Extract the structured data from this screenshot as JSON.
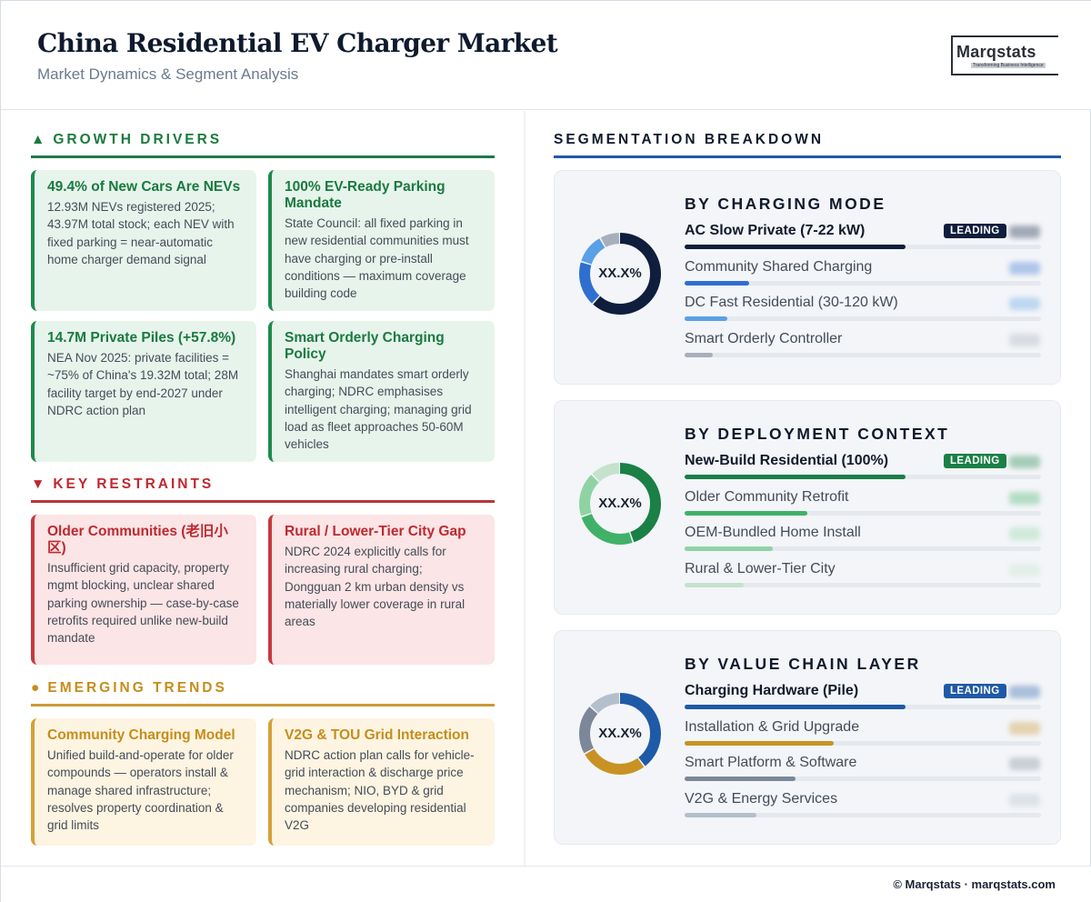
{
  "header": {
    "title": "China Residential EV Charger Market",
    "subtitle": "Market Dynamics & Segment Analysis",
    "logo_word": "Marqstats",
    "logo_tagline": "Transforming Business Intelligence"
  },
  "sections": {
    "drivers": "GROWTH DRIVERS",
    "restraints": "KEY RESTRAINTS",
    "trends": "EMERGING TRENDS",
    "segmentation": "SEGMENTATION BREAKDOWN"
  },
  "drivers": [
    {
      "title": "49.4% of New Cars Are NEVs",
      "body": "12.93M NEVs registered 2025; 43.97M total stock; each NEV with fixed parking = near-automatic home charger demand signal"
    },
    {
      "title": "100% EV-Ready Parking Mandate",
      "body": "State Council: all fixed parking in new residential communities must have charging or pre-install conditions — maximum coverage building code"
    },
    {
      "title": "14.7M Private Piles (+57.8%)",
      "body": "NEA Nov 2025: private facilities = ~75% of China's 19.32M total; 28M facility target by end-2027 under NDRC action plan"
    },
    {
      "title": "Smart Orderly Charging Policy",
      "body": "Shanghai mandates smart orderly charging; NDRC emphasises intelligent charging; managing grid load as fleet approaches 50-60M vehicles"
    }
  ],
  "restraints": [
    {
      "title": "Older Communities (老旧小区)",
      "body": "Insufficient grid capacity, property mgmt blocking, unclear shared parking ownership — case-by-case retrofits required unlike new-build mandate"
    },
    {
      "title": "Rural / Lower-Tier City Gap",
      "body": "NDRC 2024 explicitly calls for increasing rural charging; Dongguan 2 km urban density vs materially lower coverage in rural areas"
    }
  ],
  "trends": [
    {
      "title": "Community Charging Model",
      "body": "Unified build-and-operate for older compounds — operators install & manage shared infrastructure; resolves property coordination & grid limits"
    },
    {
      "title": "V2G & TOU Grid Interaction",
      "body": "NDRC action plan calls for vehicle-grid interaction & discharge price mechanism; NIO, BYD & grid companies developing residential V2G"
    }
  ],
  "badge_label": "LEADING",
  "chart_data": [
    {
      "type": "pie",
      "title": "BY CHARGING MODE",
      "center_label": "XX.X%",
      "categories": [
        "AC Slow Private (7-22 kW)",
        "Community Shared Charging",
        "DC Fast Residential (30-120 kW)",
        "Smart Orderly Controller"
      ],
      "values": [
        62,
        18,
        12,
        8
      ],
      "colors": [
        "#0f1e3d",
        "#2f6fd0",
        "#5aa0e6",
        "#a7afba"
      ],
      "leading": 0
    },
    {
      "type": "pie",
      "title": "BY DEPLOYMENT CONTEXT",
      "center_label": "XX.X%",
      "categories": [
        "New-Build Residential (100%)",
        "Older Community Retrofit",
        "OEM-Bundled Home Install",
        "Rural & Lower-Tier City"
      ],
      "values": [
        45,
        25,
        18,
        12
      ],
      "colors": [
        "#1a8046",
        "#41b168",
        "#8fd3a4",
        "#c4e2cc"
      ],
      "leading": 0
    },
    {
      "type": "pie",
      "title": "BY VALUE CHAIN LAYER",
      "center_label": "XX.X%",
      "categories": [
        "Charging Hardware (Pile)",
        "Installation & Grid Upgrade",
        "Smart Platform & Software",
        "V2G & Energy Services"
      ],
      "values": [
        40,
        27,
        20,
        13
      ],
      "colors": [
        "#1f5aa6",
        "#c89324",
        "#7c8799",
        "#b4bfcc"
      ],
      "leading": 0
    }
  ],
  "footer": {
    "text": "© Marqstats · marqstats.com"
  }
}
